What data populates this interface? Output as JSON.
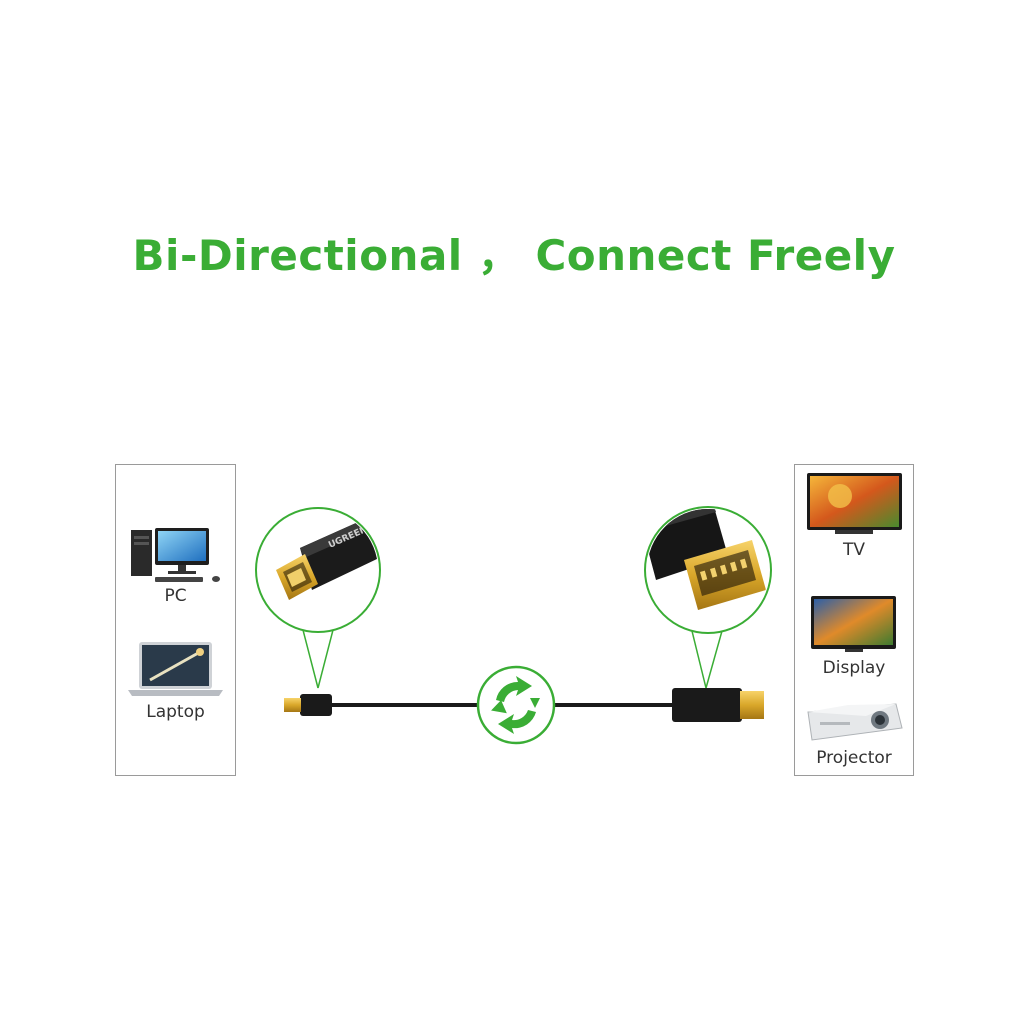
{
  "headline": "Bi-Directional ， Connect Freely",
  "brand_mark": "UGREEN",
  "left_devices": [
    {
      "label": "PC",
      "icon": "desktop-pc-icon"
    },
    {
      "label": "Laptop",
      "icon": "laptop-icon"
    }
  ],
  "right_devices": [
    {
      "label": "TV",
      "icon": "tv-icon"
    },
    {
      "label": "Display",
      "icon": "monitor-icon"
    },
    {
      "label": "Projector",
      "icon": "projector-icon"
    }
  ],
  "colors": {
    "accent": "#3aad35",
    "cable": "#1a1a1a",
    "gold": "#d9a72a"
  }
}
